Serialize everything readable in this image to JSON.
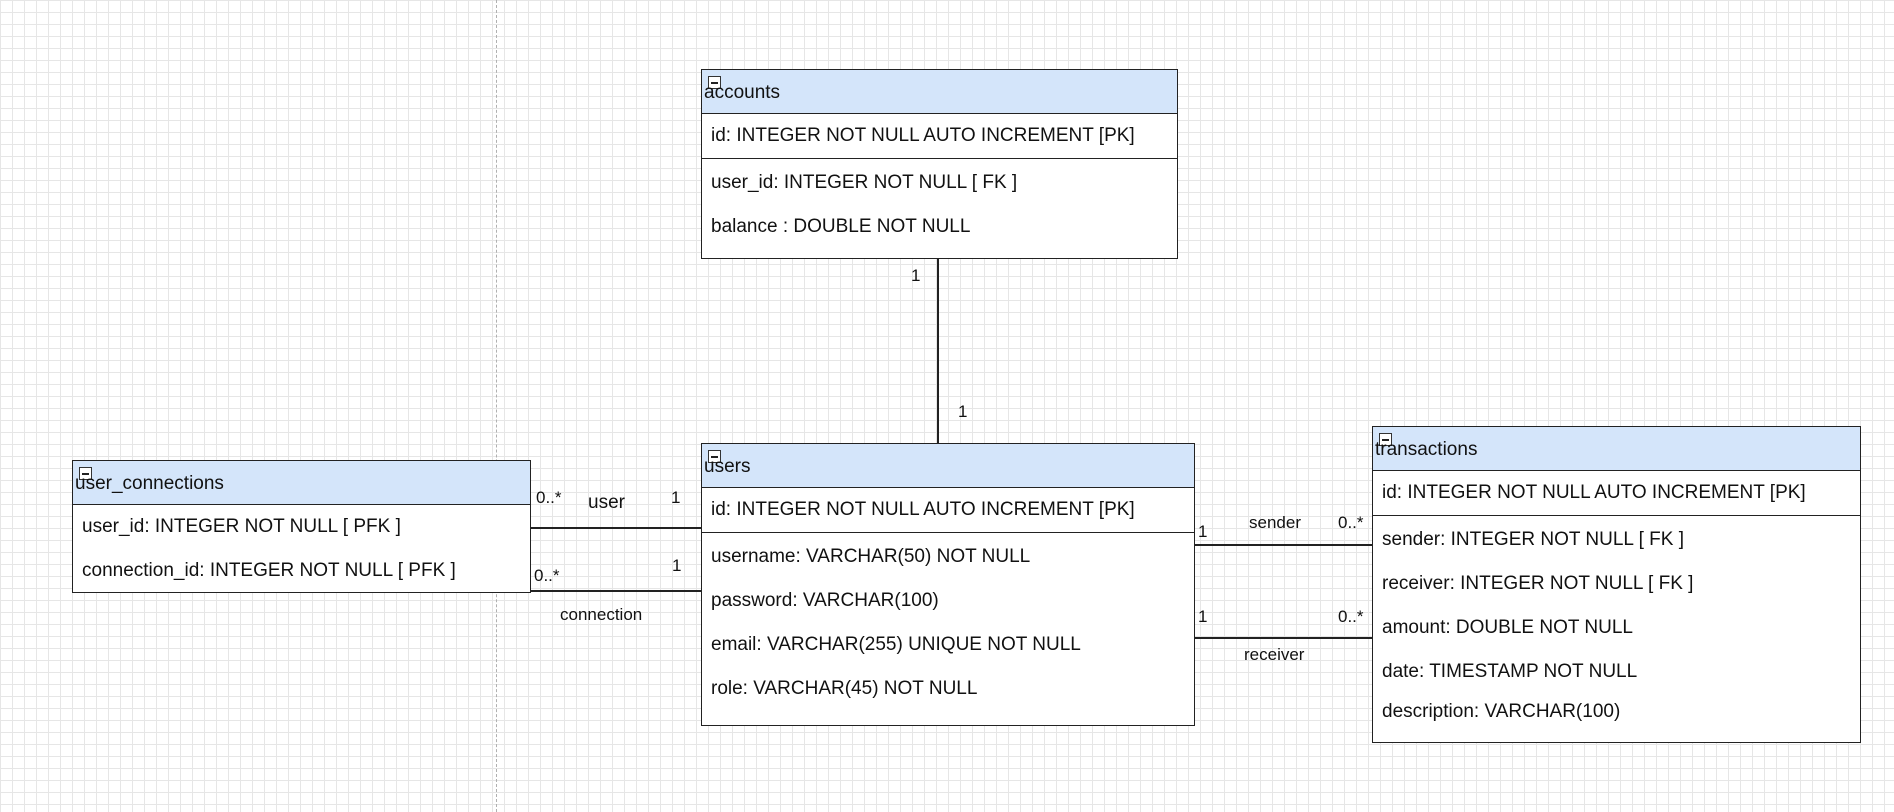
{
  "entities": {
    "accounts": {
      "title": "accounts",
      "pk": "id: INTEGER NOT NULL AUTO INCREMENT [PK]",
      "fields": [
        "user_id: INTEGER NOT NULL [ FK ]",
        "balance : DOUBLE NOT NULL"
      ]
    },
    "users": {
      "title": "users",
      "pk": "id: INTEGER NOT NULL AUTO INCREMENT [PK]",
      "fields": [
        "username: VARCHAR(50) NOT NULL",
        "password: VARCHAR(100)",
        "email: VARCHAR(255) UNIQUE NOT NULL",
        "role: VARCHAR(45) NOT NULL"
      ]
    },
    "user_connections": {
      "title": "user_connections",
      "fields": [
        "user_id: INTEGER NOT NULL [ PFK ]",
        "connection_id: INTEGER NOT NULL [ PFK ]"
      ]
    },
    "transactions": {
      "title": "transactions",
      "pk": "id: INTEGER NOT NULL AUTO INCREMENT [PK]",
      "fields": [
        "sender: INTEGER NOT NULL [ FK ]",
        "receiver: INTEGER NOT NULL [ FK ]",
        "amount: DOUBLE NOT NULL",
        "date: TIMESTAMP NOT NULL",
        "description: VARCHAR(100)"
      ]
    }
  },
  "relations": {
    "accounts_users": {
      "from_mult": "1",
      "to_mult": "1"
    },
    "user": {
      "label": "user",
      "left_mult": "0..*",
      "right_mult": "1"
    },
    "connection": {
      "label": "connection",
      "left_mult": "0..*",
      "right_mult": "1"
    },
    "sender": {
      "label": "sender",
      "left_mult": "1",
      "right_mult": "0..*"
    },
    "receiver": {
      "label": "receiver",
      "left_mult": "1",
      "right_mult": "0..*"
    }
  },
  "icons": {
    "collapse": "collapse-minus-icon"
  }
}
